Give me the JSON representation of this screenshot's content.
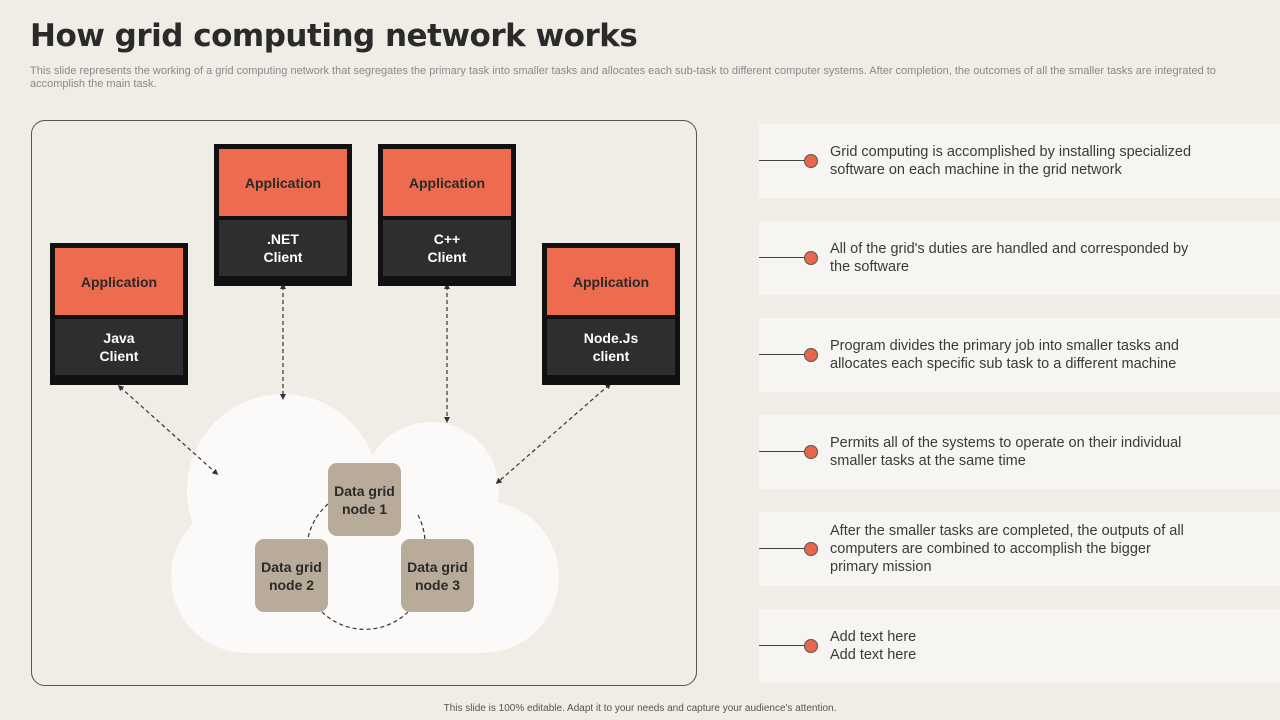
{
  "title": "How grid computing network works",
  "subtitle": "This slide represents the working of a grid computing network that segregates the primary task into smaller tasks and allocates each sub-task to different computer systems. After completion, the outcomes of all the smaller tasks are integrated to accomplish the main task.",
  "clients": [
    {
      "app": "Application",
      "name": "Java\nClient"
    },
    {
      "app": "Application",
      "name": ".NET\nClient"
    },
    {
      "app": "Application",
      "name": "C++\nClient"
    },
    {
      "app": "Application",
      "name": "Node.Js\nclient"
    }
  ],
  "nodes": [
    {
      "label": "Data grid\nnode 1"
    },
    {
      "label": "Data grid\nnode 2"
    },
    {
      "label": "Data grid\nnode 3"
    }
  ],
  "steps": [
    {
      "text": "Grid computing is accomplished by installing specialized\nsoftware on each machine in the grid network"
    },
    {
      "text": "All of the grid's duties are handled and corresponded by\nthe software"
    },
    {
      "text": "Program divides the primary job into smaller tasks and\nallocates each specific sub task to a different machine"
    },
    {
      "text": "Permits all of the systems to operate on their individual\nsmaller tasks at the same time"
    },
    {
      "text": "After the smaller tasks are completed, the outputs of all\ncomputers are combined to accomplish the bigger\nprimary mission"
    },
    {
      "text": "Add text here\nAdd text here"
    }
  ],
  "footer": "This slide is 100% editable. Adapt it to your needs and capture your audience's attention.",
  "colors": {
    "accent": "#ed6b4e",
    "dark": "#2e2e2e",
    "node": "#b8ab9a",
    "background": "#f0ece6"
  }
}
